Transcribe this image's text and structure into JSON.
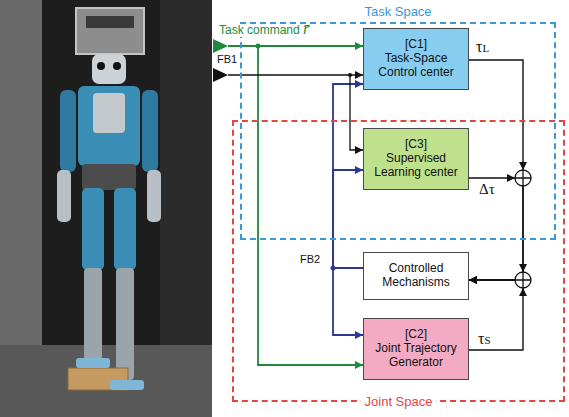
{
  "diagram": {
    "nodes": [
      {
        "text": [
          "Task Space"
        ]
      },
      {
        "text": [
          "[C1]",
          "Task-Space Control center"
        ],
        "in": 0
      },
      {
        "text": [
          "[C3]",
          "Supervised Learning center"
        ],
        "in": 0
      },
      {
        "text": [
          "Joint Space"
        ]
      },
      {
        "text": [
          "Controlled Mechanisms"
        ],
        "in": 3
      },
      {
        "text": [
          "[C2]",
          "Joint Trajectory Generator"
        ],
        "in": 3
      }
    ],
    "edges": [
      {
        "from": 1,
        "to": 4,
        "arrow": "to",
        "label": "τL"
      },
      {
        "from": 2,
        "to": 4,
        "arrow": "to",
        "label": "Δτ"
      },
      {
        "from": 5,
        "to": 4,
        "arrow": "to",
        "label": "τS"
      },
      {
        "from": 4,
        "to": 1,
        "arrow": "to"
      },
      {
        "from": 4,
        "to": 2,
        "arrow": "to"
      },
      {
        "from": 4,
        "to": 5,
        "arrow": "to"
      }
    ],
    "labels": [
      "Task command",
      "r̄",
      "FB1",
      "FB2"
    ]
  }
}
